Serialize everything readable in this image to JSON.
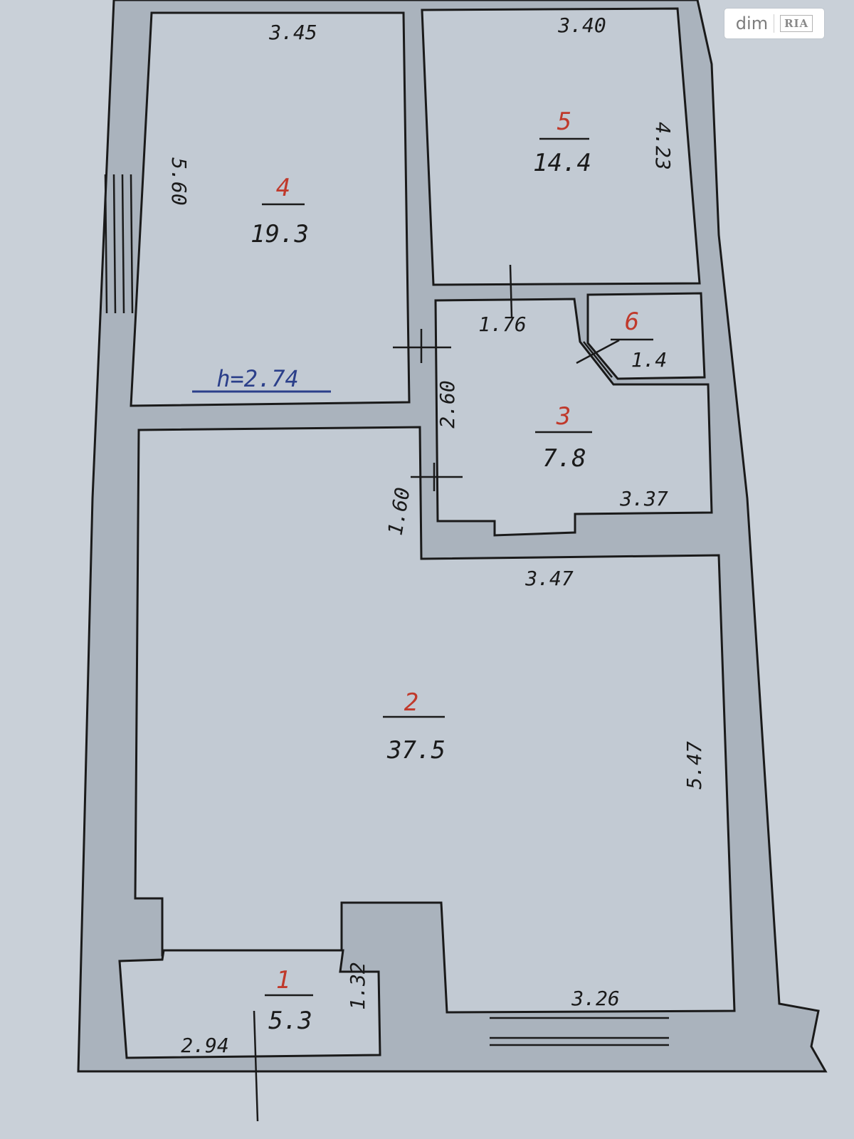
{
  "watermark": {
    "brand": "dim",
    "brand_mark": "RIA"
  },
  "colors": {
    "background": "#c9d0d8",
    "wall": "#aab3bd",
    "room_fill": "#c2cad3",
    "line": "#1a1a1a",
    "room_number": "#c0392b",
    "height_note": "#2b3f8a"
  },
  "rooms": [
    {
      "id": "room-1",
      "number": "1",
      "area": "5.3"
    },
    {
      "id": "room-2",
      "number": "2",
      "area": "37.5"
    },
    {
      "id": "room-3",
      "number": "3",
      "area": "7.8"
    },
    {
      "id": "room-4",
      "number": "4",
      "area": "19.3"
    },
    {
      "id": "room-5",
      "number": "5",
      "area": "14.4"
    },
    {
      "id": "room-6",
      "number": "6",
      "area": "1.4"
    }
  ],
  "dimensions": {
    "room4_top": "3.45",
    "room4_left": "5.60",
    "room5_top": "3.40",
    "room5_right": "4.23",
    "room3_top": "1.76",
    "room3_left": "2.60",
    "room3_bottom": "3.37",
    "corridor_left": "1.60",
    "room2_top": "3.47",
    "room2_right": "5.47",
    "room2_bottom": "3.26",
    "room1_bottom": "2.94",
    "room1_right": "1.32"
  },
  "height_note": "h=2.74"
}
